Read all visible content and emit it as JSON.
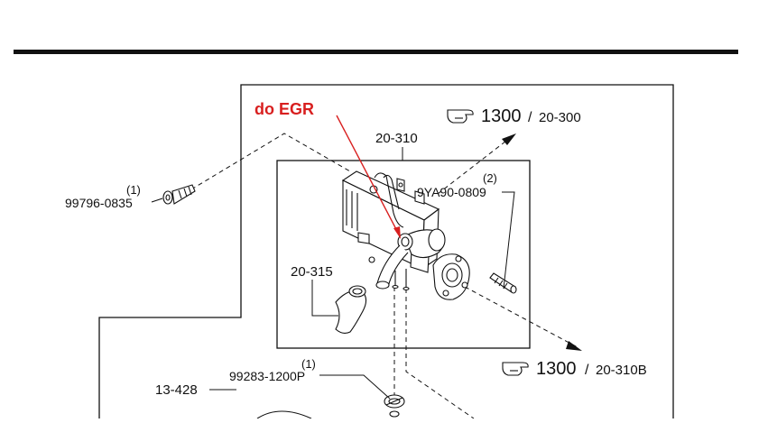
{
  "annotation": {
    "text": "do EGR",
    "color": "#d81f1f"
  },
  "refs": {
    "ref_top": {
      "page": "1300",
      "section": "20-300"
    },
    "ref_bottom": {
      "page": "1300",
      "section": "20-310B"
    }
  },
  "labels": {
    "part_20_310": "20-310",
    "part_20_315": "20-315",
    "part_13_428": "13-428",
    "bolt_qty": "(1)",
    "bolt_pn": "99796-0835",
    "stud_qty": "(2)",
    "stud_pn": "9YA90-0809",
    "clamp_qty": "(1)",
    "clamp_pn": "99283-1200P"
  },
  "icons": {
    "reference_hand": "pointing-hand-icon"
  }
}
